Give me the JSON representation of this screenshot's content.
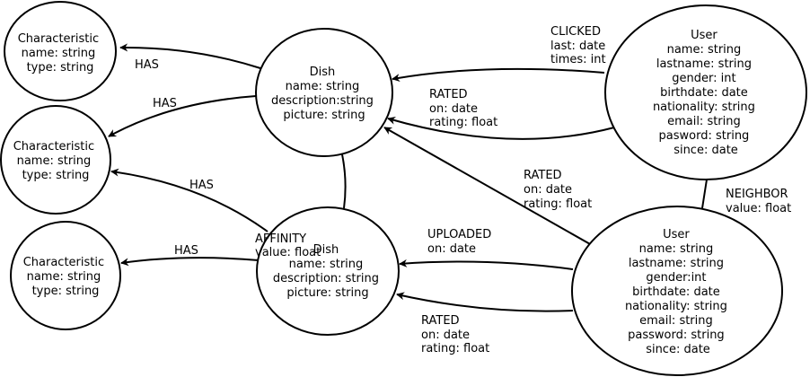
{
  "nodes": {
    "char1": {
      "lines": [
        "Characteristic",
        "name: string",
        "type: string"
      ]
    },
    "char2": {
      "lines": [
        "Characteristic",
        "name: string",
        "type: string"
      ]
    },
    "char3": {
      "lines": [
        "Characteristic",
        "name: string",
        "type: string"
      ]
    },
    "dish1": {
      "lines": [
        "Dish",
        "name: string",
        "description:string",
        "picture: string"
      ]
    },
    "dish2": {
      "lines": [
        "Dish",
        "name: string",
        "description: string",
        "picture: string"
      ]
    },
    "user1": {
      "lines": [
        "User",
        "name: string",
        "lastname: string",
        "gender: int",
        "birthdate: date",
        "nationality: string",
        "email: string",
        "pasword: string",
        "since: date"
      ]
    },
    "user2": {
      "lines": [
        "User",
        "name: string",
        "lastname: string",
        "gender:int",
        "birthdate: date",
        "nationality: string",
        "email: string",
        "password: string",
        "since: date"
      ]
    }
  },
  "edges": {
    "dish1_char1": {
      "lines": [
        "HAS"
      ]
    },
    "dish1_char2": {
      "lines": [
        "HAS"
      ]
    },
    "dish2_char2": {
      "lines": [
        "HAS"
      ]
    },
    "dish2_char3": {
      "lines": [
        "HAS"
      ]
    },
    "dish1_dish2": {
      "lines": [
        "AFFINITY",
        "value: float"
      ]
    },
    "user1_dish1_clicked": {
      "lines": [
        "CLICKED",
        "last: date",
        "times: int"
      ]
    },
    "user1_dish1_rated": {
      "lines": [
        "RATED",
        "on: date",
        "rating: float"
      ]
    },
    "user2_dish1_rated": {
      "lines": [
        "RATED",
        "on: date",
        "rating: float"
      ]
    },
    "user1_user2": {
      "lines": [
        "NEIGHBOR",
        "value: float"
      ]
    },
    "user2_dish2_uploaded": {
      "lines": [
        "UPLOADED",
        "on: date"
      ]
    },
    "user2_dish2_rated": {
      "lines": [
        "RATED",
        "on: date",
        "rating: float"
      ]
    }
  }
}
